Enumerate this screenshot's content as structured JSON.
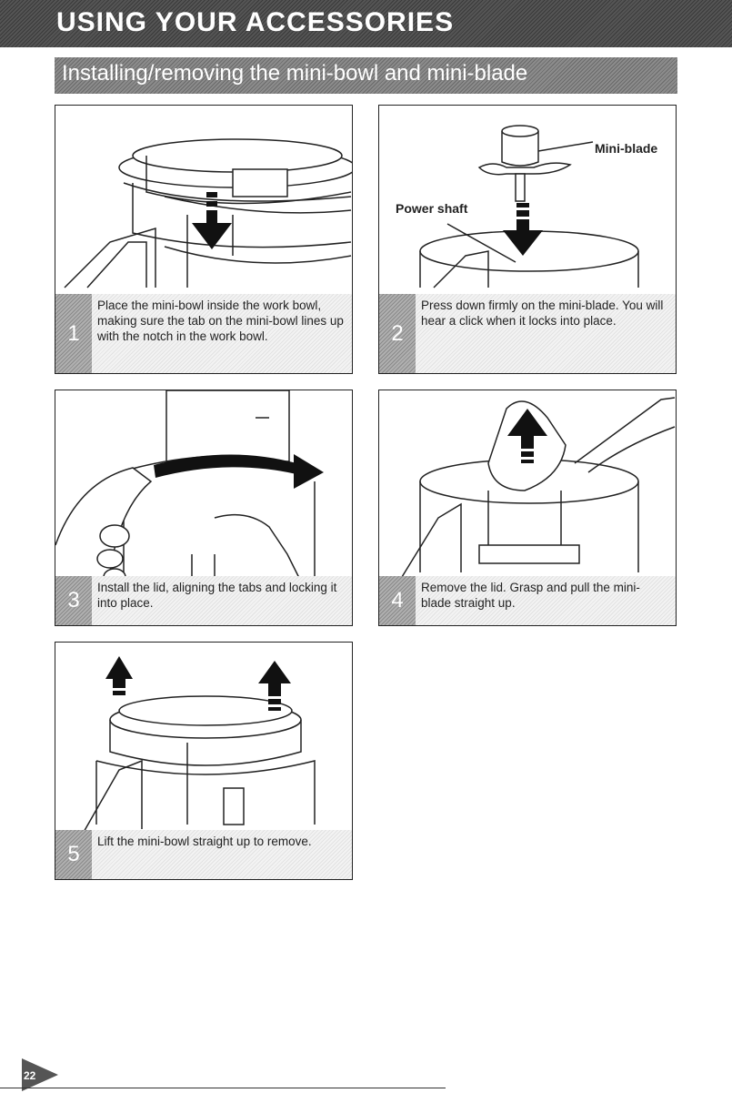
{
  "header": {
    "title": "USING YOUR ACCESSORIES"
  },
  "section": {
    "title": "Installing/removing the mini-bowl and mini-blade"
  },
  "steps": [
    {
      "number": "1",
      "text": "Place the mini-bowl inside the work bowl, making sure the tab on the mini-bowl lines up with the notch in the work bowl."
    },
    {
      "number": "2",
      "text": "Press down firmly on the mini-blade. You will hear a click when it locks into place."
    },
    {
      "number": "3",
      "text": "Install the lid, aligning the tabs and locking it into place."
    },
    {
      "number": "4",
      "text": "Remove the lid. Grasp and pull the mini-blade straight up."
    },
    {
      "number": "5",
      "text": "Lift the mini-bowl straight up to remove."
    }
  ],
  "labels": {
    "mini_blade": "Mini-blade",
    "power_shaft": "Power shaft"
  },
  "footer": {
    "page_number": "22"
  }
}
